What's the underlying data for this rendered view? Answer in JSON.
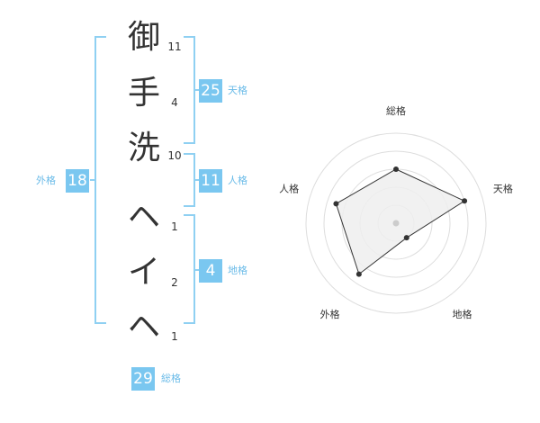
{
  "name": {
    "characters": [
      {
        "char": "御",
        "strokes": "11"
      },
      {
        "char": "手",
        "strokes": "4"
      },
      {
        "char": "洗",
        "strokes": "10"
      },
      {
        "char": "ヘ",
        "strokes": "1"
      },
      {
        "char": "イ",
        "strokes": "2"
      },
      {
        "char": "ヘ",
        "strokes": "1"
      }
    ]
  },
  "fortunes": {
    "tenkaku": {
      "label": "天格",
      "value": "25"
    },
    "jinkaku": {
      "label": "人格",
      "value": "11"
    },
    "chikaku": {
      "label": "地格",
      "value": "4"
    },
    "gaikaku": {
      "label": "外格",
      "value": "18"
    },
    "soukaku": {
      "label": "総格",
      "value": "29"
    }
  },
  "radar": {
    "axes": [
      "総格",
      "天格",
      "地格",
      "外格",
      "人格"
    ],
    "values": [
      0.6,
      0.8,
      0.2,
      0.7,
      0.7
    ],
    "colors": {
      "grid": "#dddddd",
      "fill": "#eeeeee",
      "line": "#333333",
      "center": "#cccccc"
    }
  }
}
